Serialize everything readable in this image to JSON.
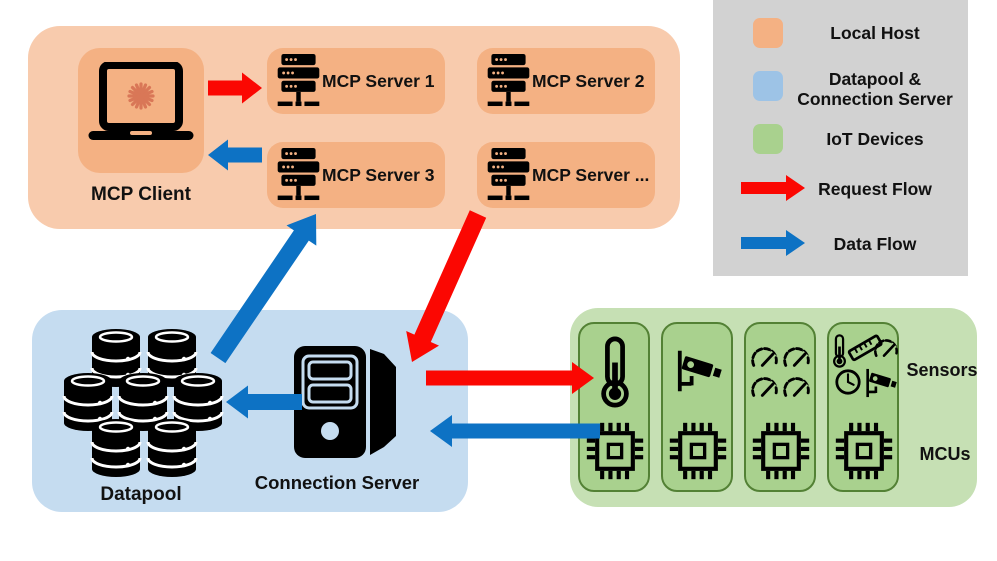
{
  "colors": {
    "local_host_fill": "#F8CBAD",
    "local_host_inner_fill": "#F4B183",
    "datapool_box_fill": "#C5DCF0",
    "iot_box_fill": "#C6E0B4",
    "iot_device_fill": "#A9D18E",
    "iot_device_border": "#538135",
    "legend_bg": "#D2D2D2",
    "legend_orange_swatch": "#F4B183",
    "legend_blue_swatch": "#9DC3E6",
    "legend_green_swatch": "#A9D18E",
    "request_flow_red": "#FB0702",
    "data_flow_blue": "#0D72C4",
    "client_logo_orange": "#D97757",
    "icon_black": "#000000"
  },
  "local_host": {
    "client_label": "MCP Client",
    "client_icon": "laptop-icon",
    "servers": [
      {
        "label": "MCP Server 1",
        "icon": "server-rack-icon"
      },
      {
        "label": "MCP Server 2",
        "icon": "server-rack-icon"
      },
      {
        "label": "MCP Server 3",
        "icon": "server-rack-icon"
      },
      {
        "label": "MCP Server ...",
        "icon": "server-rack-icon"
      }
    ]
  },
  "datapool_section": {
    "datapool_label": "Datapool",
    "datapool_icon": "database-cluster-icon",
    "connection_server_label": "Connection Server",
    "connection_server_icon": "server-tower-icon"
  },
  "iot_section": {
    "sensors_label": "Sensors",
    "mcus_label": "MCUs",
    "device_columns": [
      {
        "sensors": [
          "thermometer"
        ],
        "mcu": "chip"
      },
      {
        "sensors": [
          "cctv-camera"
        ],
        "mcu": "chip"
      },
      {
        "sensors": [
          "gauge",
          "gauge",
          "gauge",
          "gauge"
        ],
        "mcu": "chip"
      },
      {
        "sensors": [
          "thermometer",
          "ruler",
          "gauge",
          "clock",
          "cctv-camera"
        ],
        "mcu": "chip"
      }
    ]
  },
  "legend": {
    "items": [
      {
        "type": "swatch",
        "color_name": "orange",
        "label": "Local Host"
      },
      {
        "type": "swatch",
        "color_name": "blue",
        "label": "Datapool & Connection Server"
      },
      {
        "type": "swatch",
        "color_name": "green",
        "label": "IoT Devices"
      },
      {
        "type": "arrow",
        "color_name": "red",
        "label": "Request Flow"
      },
      {
        "type": "arrow",
        "color_name": "blue",
        "label": "Data Flow"
      }
    ]
  },
  "flows": [
    {
      "name": "client-to-server1",
      "type": "request"
    },
    {
      "name": "server3-to-client",
      "type": "data"
    },
    {
      "name": "datapool-to-server3",
      "type": "data"
    },
    {
      "name": "server4-to-connection-server",
      "type": "request"
    },
    {
      "name": "connection-server-to-datapool",
      "type": "data"
    },
    {
      "name": "connection-server-to-sensors",
      "type": "request"
    },
    {
      "name": "mcus-to-connection-server",
      "type": "data"
    }
  ]
}
